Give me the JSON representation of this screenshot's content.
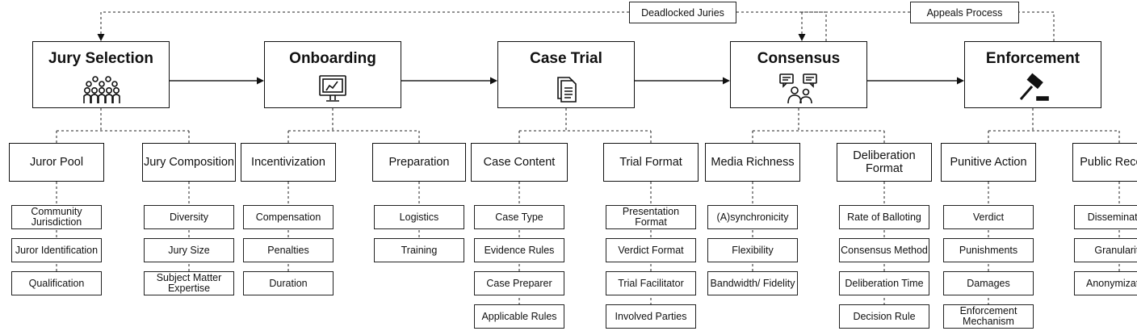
{
  "annotations": {
    "deadlocked": "Deadlocked Juries",
    "appeals": "Appeals Process"
  },
  "stages": [
    {
      "title": "Jury Selection",
      "icon": "group-of-people-icon",
      "categories": [
        {
          "label": "Juror Pool",
          "items": [
            "Community Jurisdiction",
            "Juror Identification",
            "Qualification"
          ]
        },
        {
          "label": "Jury Composition",
          "items": [
            "Diversity",
            "Jury Size",
            "Subject Matter Expertise"
          ]
        }
      ]
    },
    {
      "title": "Onboarding",
      "icon": "monitor-presentation-icon",
      "categories": [
        {
          "label": "Incentivization",
          "items": [
            "Compensation",
            "Penalties",
            "Duration"
          ]
        },
        {
          "label": "Preparation",
          "items": [
            "Logistics",
            "Training"
          ]
        }
      ]
    },
    {
      "title": "Case Trial",
      "icon": "documents-icon",
      "categories": [
        {
          "label": "Case Content",
          "items": [
            "Case Type",
            "Evidence Rules",
            "Case Preparer",
            "Applicable Rules"
          ]
        },
        {
          "label": "Trial Format",
          "items": [
            "Presentation Format",
            "Verdict Format",
            "Trial Facilitator",
            "Involved Parties"
          ]
        }
      ]
    },
    {
      "title": "Consensus",
      "icon": "people-discussion-icon",
      "categories": [
        {
          "label": "Media Richness",
          "items": [
            "(A)synchronicity",
            "Flexibility",
            "Bandwidth/ Fidelity"
          ]
        },
        {
          "label": "Deliberation Format",
          "items": [
            "Rate of Balloting",
            "Consensus Method",
            "Deliberation Time",
            "Decision Rule"
          ]
        }
      ]
    },
    {
      "title": "Enforcement",
      "icon": "gavel-icon",
      "categories": [
        {
          "label": "Punitive Action",
          "items": [
            "Verdict",
            "Punishments",
            "Damages",
            "Enforcement Mechanism"
          ]
        },
        {
          "label": "Public Records",
          "items": [
            "Dissemination",
            "Granularity",
            "Anonymization"
          ]
        }
      ]
    }
  ]
}
